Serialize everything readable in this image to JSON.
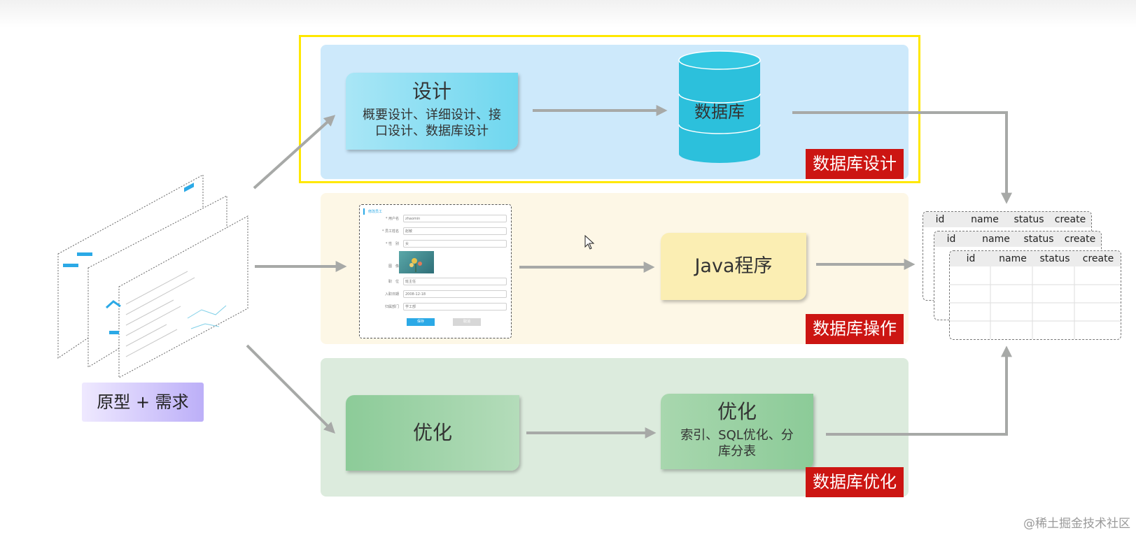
{
  "prototype": {
    "label": "原型 + 需求"
  },
  "design": {
    "card_title": "设计",
    "card_sub_line1": "概要设计、详细设计、接",
    "card_sub_line2": "口设计、数据库设计",
    "db_label": "数据库",
    "tag": "数据库设计"
  },
  "ops": {
    "java_label": "Java程序",
    "tag": "数据库操作",
    "form": {
      "title": "修改员工",
      "fields": [
        {
          "label": "* 用户名",
          "value": "zhaomin"
        },
        {
          "label": "* 员工姓名",
          "value": "赵敏"
        },
        {
          "label": "* 性　别",
          "value": "女"
        },
        {
          "label": "图　像",
          "value": ""
        },
        {
          "label": "职　位",
          "value": "班主任"
        },
        {
          "label": "入职日期",
          "value": "2008-12-18"
        },
        {
          "label": "归属部门",
          "value": "学工部"
        }
      ],
      "save_label": "保存",
      "cancel_label": "取消"
    }
  },
  "opt": {
    "card1_label": "优化",
    "card2_title": "优化",
    "card2_sub_line1": "索引、SQL优化、分",
    "card2_sub_line2": "库分表",
    "tag": "数据库优化"
  },
  "table": {
    "columns": [
      "id",
      "name",
      "status",
      "create"
    ]
  },
  "watermark": "@稀土掘金技术社区",
  "colors": {
    "tag_red": "#cc1512",
    "highlight": "#ffe800",
    "arrow": "#a7a9a7",
    "db": "#2cc0dc"
  }
}
